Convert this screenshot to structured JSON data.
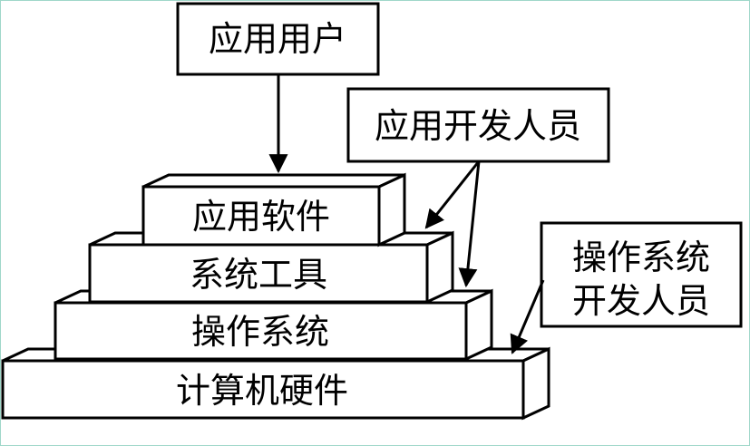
{
  "actors": {
    "end_user": "应用用户",
    "app_developer": "应用开发人员",
    "os_developer_line1": "操作系统",
    "os_developer_line2": "开发人员"
  },
  "layers": {
    "application_software": "应用软件",
    "system_tools": "系统工具",
    "operating_system": "操作系统",
    "computer_hardware": "计算机硬件"
  }
}
